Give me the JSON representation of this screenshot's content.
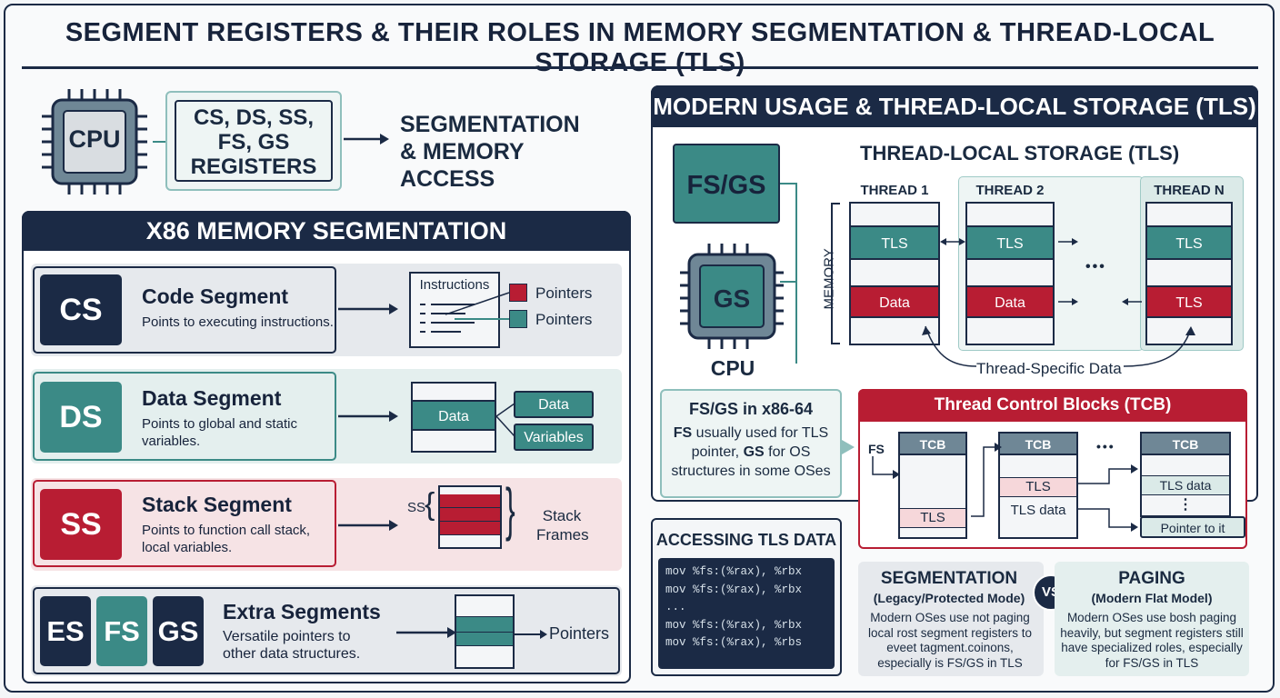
{
  "title": "SEGMENT REGISTERS & THEIR ROLES IN MEMORY SEGMENTATION & THREAD-LOCAL STORAGE (TLS)",
  "intro": {
    "cpu": "CPU",
    "registers": "CS, DS, SS, FS, GS REGISTERS",
    "result": "SEGMENTATION & MEMORY ACCESS"
  },
  "x86": {
    "header": "X86 MEMORY SEGMENTATION",
    "rows": [
      {
        "badge": "CS",
        "title": "Code Segment",
        "desc": "Points to executing instructions."
      },
      {
        "badge": "DS",
        "title": "Data Segment",
        "desc": "Points to global and static variables."
      },
      {
        "badge": "SS",
        "title": "Stack Segment",
        "desc": "Points to function call stack, local variables."
      },
      {
        "badges": [
          "ES",
          "FS",
          "GS"
        ],
        "title": "Extra Segments",
        "desc": "Versatile pointers to other data structures."
      }
    ],
    "code_diag": {
      "box": "Instructions",
      "p1": "Pointers",
      "p2": "Pointers"
    },
    "data_diag": {
      "box": "Data",
      "p1": "Data",
      "p2": "Variables"
    },
    "stack_diag": {
      "ss": "SS",
      "label": "Stack Frames"
    },
    "extra_diag": {
      "label": "Pointers"
    }
  },
  "modern": {
    "header": "MODERN USAGE & THREAD-LOCAL STORAGE (TLS)",
    "fsgs": "FS/GS",
    "gs": "GS",
    "cpu": "CPU",
    "tls_title": "THREAD-LOCAL STORAGE (TLS)",
    "memory": "MEMORY",
    "threads": [
      {
        "name": "THREAD 1",
        "top": "TLS",
        "bottom": "Data"
      },
      {
        "name": "THREAD 2",
        "top": "TLS",
        "bottom": "Data"
      },
      {
        "name": "THREAD N",
        "top": "TLS",
        "bottom": "TLS"
      }
    ],
    "dots": "•••",
    "thread_specific": "Thread-Specific Data",
    "note_title": "FS/GS in x86-64",
    "note_fs": "FS",
    "note_mid": " usually used for TLS pointer, ",
    "note_gs": "GS",
    "note_end": " for OS structures in some OSes"
  },
  "tcb": {
    "header": "Thread Control Blocks (TCB)",
    "fs": "FS",
    "blocks": [
      "TCB",
      "TCB",
      "TCB"
    ],
    "b1_tls": "TLS",
    "b2_tls": "TLS",
    "b2_data": "TLS data",
    "b3_data": "TLS data",
    "b3_dots": "⋮",
    "pointer": "Pointer to it",
    "dots": "•••"
  },
  "access": {
    "header": "ACCESSING TLS DATA",
    "lines": [
      "mov %fs:(%rax), %rbx",
      "mov %fs:(%rax), %rbx",
      "...",
      "mov %fs:(%rax), %rbx",
      "mov %fs:(%rax), %rbs"
    ]
  },
  "compare": {
    "left_title": "SEGMENTATION",
    "left_sub": "(Legacy/Protected Mode)",
    "left_text": "Modern OSes use not paging local rost segment registers to eveet tagment.coinons, especially is FS/GS in TLS",
    "vs": "VS",
    "right_title": "PAGING",
    "right_sub": "(Modern Flat Model)",
    "right_text": "Modern OSes use bosh paging heavily, but segment registers still have specialized roles, especially for FS/GS in TLS"
  },
  "colors": {
    "navy": "#1b2a45",
    "teal": "#3b8a86",
    "red": "#b81d33"
  }
}
